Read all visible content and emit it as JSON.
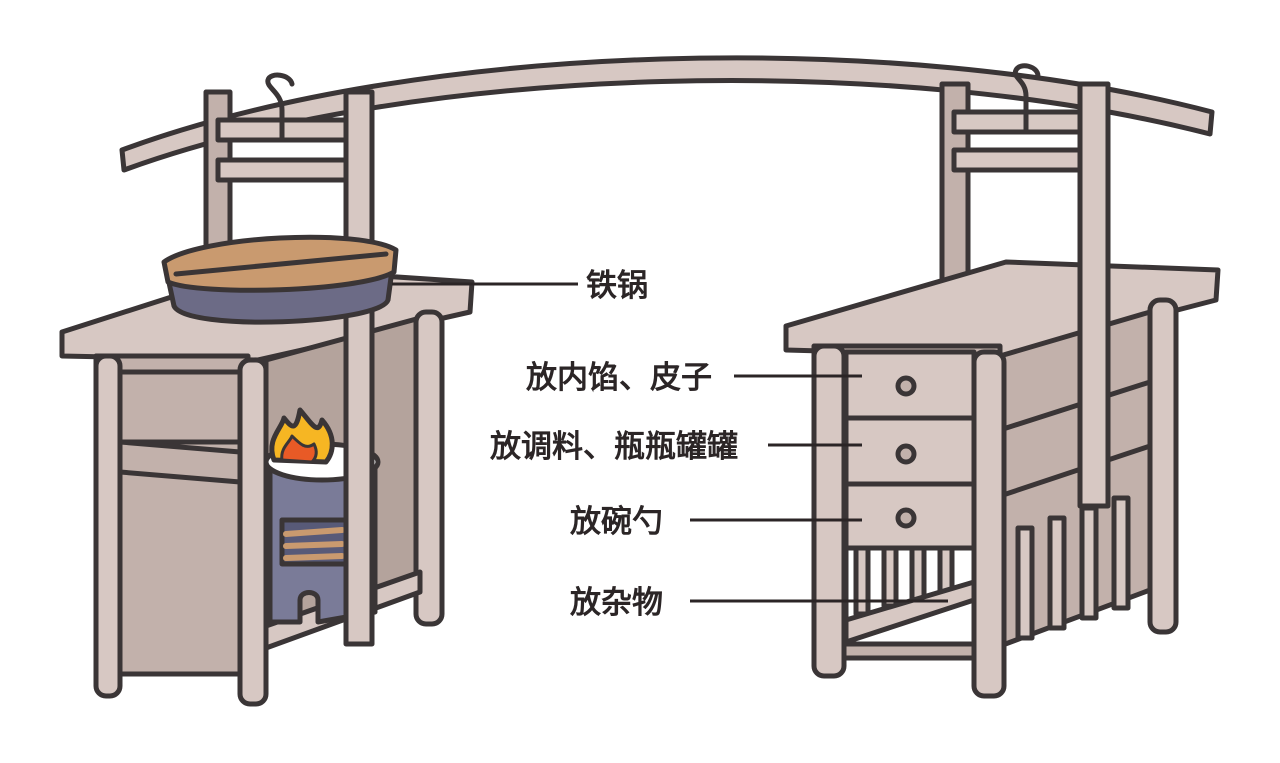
{
  "labels": {
    "iron_wok": "铁锅",
    "filling_wrappers": "放内馅、皮子",
    "seasonings_jars": "放调料、瓶瓶罐罐",
    "bowls_spoons": "放碗勺",
    "sundries": "放杂物"
  },
  "colors": {
    "outline": "#3a3536",
    "wood_light": "#d7c8c3",
    "wood_mid": "#c2b1ab",
    "wood_dark": "#a8968f",
    "wok_lid": "#c99a6f",
    "wok_body": "#6c6b86",
    "stove": "#7a7b98",
    "flame_outer": "#f6b623",
    "flame_inner": "#e85a26",
    "leader_line": "#2b2526"
  }
}
